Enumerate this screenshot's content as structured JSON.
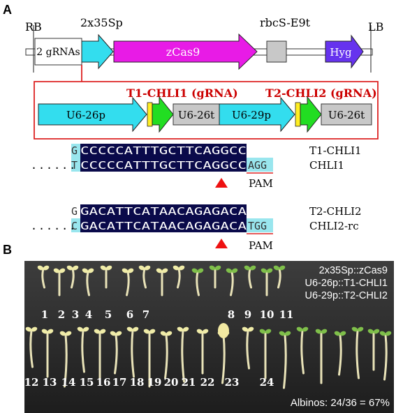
{
  "panel_a": {
    "label": "A",
    "construct": {
      "rb": "RB",
      "lb": "LB",
      "grnas": "2 gRNAs",
      "promoter": "2x35Sp",
      "cas9": "zCas9",
      "terminator": "rbcS-E9t",
      "selection": "Hyg"
    },
    "cassette": {
      "t1_title": "T1-CHLI1 (gRNA)",
      "t2_title": "T2-CHLI2 (gRNA)",
      "u6_26p": "U6-26p",
      "u6_26t_a": "U6-26t",
      "u6_29p": "U6-29p",
      "u6_26t_b": "U6-26t"
    },
    "alignments": {
      "t1": {
        "target_first": "G",
        "target_seq": "CCCCCATTTGCTTCAGGCC",
        "target_name": "T1-CHLI1",
        "genome_dots": "......",
        "genome_first": "T",
        "genome_seq": "CCCCCATTTGCTTCAGGCC",
        "genome_pam": "AGG",
        "genome_name": "CHLI1",
        "pam_label": "PAM"
      },
      "t2": {
        "target_first": "G",
        "target_seq": "GACATTCATAACAGAGACA",
        "target_name": "T2-CHLI2",
        "genome_dots": "......",
        "genome_first": "C",
        "genome_seq": "GACATTCATAACAGAGACA",
        "genome_pam": "TGG",
        "genome_name": "CHLI2-rc",
        "pam_label": "PAM"
      }
    }
  },
  "panel_b": {
    "label": "B",
    "legend": [
      "2x35Sp::zCas9",
      "U6-26p::T1-CHLI1",
      "U6-29p::T2-CHLI2"
    ],
    "row1_numbers": [
      "1",
      "2",
      "3",
      "4",
      "5",
      "6",
      "7",
      "8",
      "9",
      "10",
      "11"
    ],
    "row2_numbers": [
      "12",
      "13",
      "14",
      "15",
      "16",
      "17",
      "18",
      "19",
      "20",
      "21",
      "22",
      "23",
      "24"
    ],
    "summary": "Albinos: 24/36 = 67%"
  },
  "colors": {
    "cyan": "#33ddee",
    "magenta": "#e81be6",
    "purple": "#6633ee",
    "green": "#22dd22",
    "yellow": "#ffee22",
    "grey": "#c8c8c8",
    "red_outline": "#dd2222",
    "seq_background": "#0a0a4a",
    "seq_highlight": "#99e6ee",
    "photo_background": "#2b2b2b"
  }
}
